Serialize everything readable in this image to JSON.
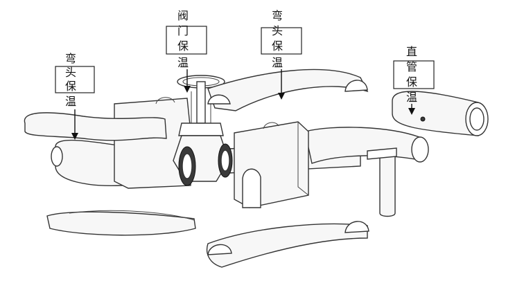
{
  "labels": [
    {
      "id": "elbow-left",
      "lines": [
        "弯",
        "头",
        "保",
        "温"
      ]
    },
    {
      "id": "valve",
      "lines": [
        "阀",
        "门",
        "保",
        "温"
      ]
    },
    {
      "id": "elbow-right",
      "lines": [
        "弯",
        "头",
        "保",
        "温"
      ]
    },
    {
      "id": "straight-pipe",
      "lines": [
        "直",
        "管",
        "保",
        "温"
      ]
    }
  ],
  "icons": {
    "valve": "gate-valve-icon",
    "arrow": "down-arrow-icon"
  },
  "colors": {
    "line": "#333333",
    "fill": "#f7f7f7",
    "text": "#111111"
  }
}
